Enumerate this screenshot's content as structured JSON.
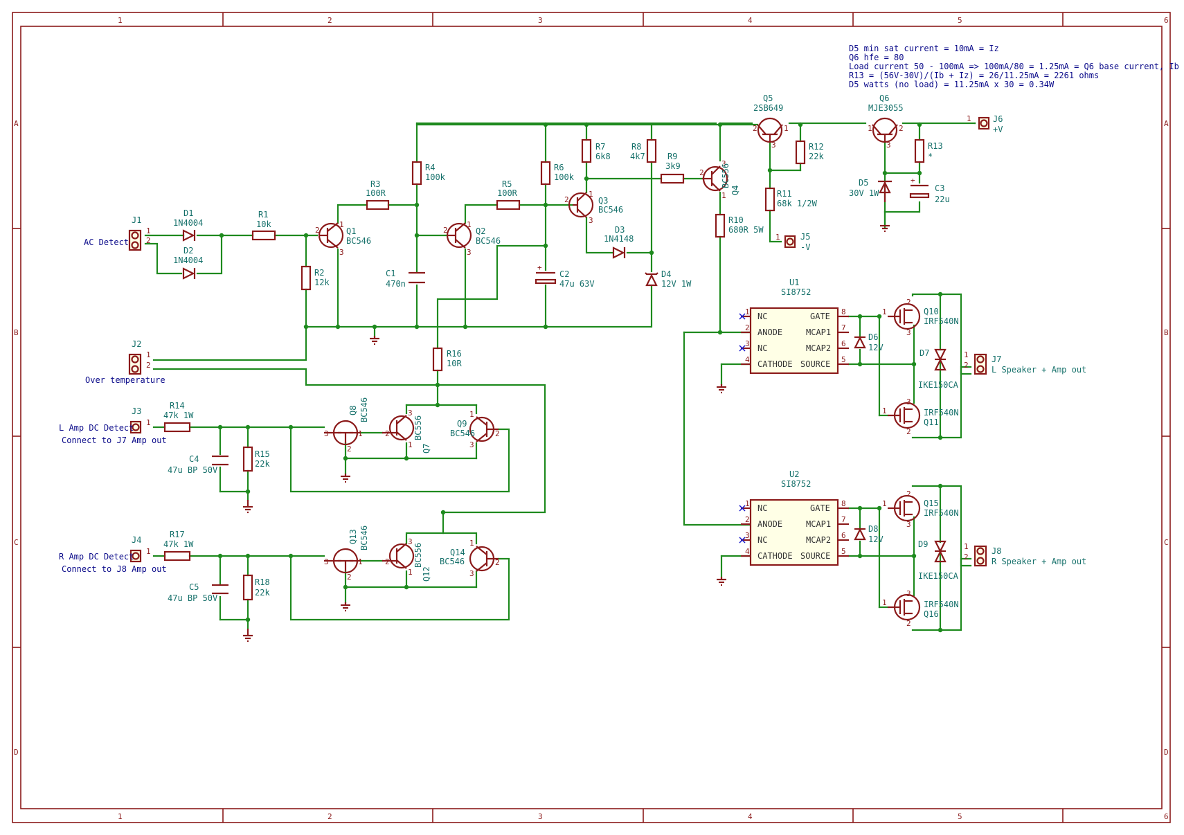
{
  "frame": {
    "cols": [
      "1",
      "2",
      "3",
      "4",
      "5",
      "6"
    ],
    "rows": [
      "A",
      "B",
      "C",
      "D"
    ]
  },
  "notes": [
    "D5 min sat current = 10mA = Iz",
    "Q6 hfe = 80",
    "Load current 50 - 100mA => 100mA/80 = 1.25mA = Q6 base current, Ib",
    "R13 = (56V-30V)/(Ib + Iz) = 26/11.25mA = 2261 ohms",
    "D5 watts (no load) = 11.25mA x 30 = 0.34W"
  ],
  "labels": {
    "ac_detect": "AC Detect",
    "over_temp": "Over temperature",
    "l_amp": "L Amp DC Detect",
    "l_amp_note": "Connect to J7 Amp out",
    "r_amp": "R Amp DC Detect",
    "r_amp_note": "Connect to J8 Amp out",
    "j5": "-V",
    "j6": "+V",
    "j7": "L Speaker + Amp out",
    "j8": "R Speaker + Amp out"
  },
  "components": {
    "J1": "J1",
    "J2": "J2",
    "J3": "J3",
    "J4": "J4",
    "J5": "J5",
    "J6": "J6",
    "J7": "J7",
    "J8": "J8",
    "D1": {
      "ref": "D1",
      "val": "1N4004"
    },
    "D2": {
      "ref": "D2",
      "val": "1N4004"
    },
    "R1": {
      "ref": "R1",
      "val": "10k"
    },
    "R2": {
      "ref": "R2",
      "val": "12k"
    },
    "R3": {
      "ref": "R3",
      "val": "100R"
    },
    "R4": {
      "ref": "R4",
      "val": "100k"
    },
    "R5": {
      "ref": "R5",
      "val": "100R"
    },
    "R6": {
      "ref": "R6",
      "val": "100k"
    },
    "R7": {
      "ref": "R7",
      "val": "6k8"
    },
    "R8": {
      "ref": "R8",
      "val": "4k7"
    },
    "R9": {
      "ref": "R9",
      "val": "3k9"
    },
    "R10": {
      "ref": "R10",
      "val": "680R 5W"
    },
    "R11": {
      "ref": "R11",
      "val": "68k 1/2W"
    },
    "R12": {
      "ref": "R12",
      "val": "22k"
    },
    "R13": {
      "ref": "R13",
      "val": "*"
    },
    "R14": {
      "ref": "R14",
      "val": "47k 1W"
    },
    "R15": {
      "ref": "R15",
      "val": "22k"
    },
    "R16": {
      "ref": "R16",
      "val": "10R"
    },
    "R17": {
      "ref": "R17",
      "val": "47k 1W"
    },
    "R18": {
      "ref": "R18",
      "val": "22k"
    },
    "C1": {
      "ref": "C1",
      "val": "470n"
    },
    "C2": {
      "ref": "C2",
      "val": "47u 63V"
    },
    "C3": {
      "ref": "C3",
      "val": "22u"
    },
    "C4": {
      "ref": "C4",
      "val": "47u BP 50V"
    },
    "C5": {
      "ref": "C5",
      "val": "47u BP 50V"
    },
    "D3": {
      "ref": "D3",
      "val": "1N4148"
    },
    "D4": {
      "ref": "D4",
      "val": "12V 1W"
    },
    "D5": {
      "ref": "D5",
      "val": "30V 1W"
    },
    "D6": {
      "ref": "D6",
      "val": "12V"
    },
    "D7": {
      "ref": "D7",
      "val": "IKE150CA"
    },
    "D8": {
      "ref": "D8",
      "val": "12V"
    },
    "D9": {
      "ref": "D9",
      "val": "IKE150CA"
    },
    "Q1": {
      "ref": "Q1",
      "val": "BC546"
    },
    "Q2": {
      "ref": "Q2",
      "val": "BC546"
    },
    "Q3": {
      "ref": "Q3",
      "val": "BC546"
    },
    "Q4": {
      "ref": "Q4",
      "val": "BC556"
    },
    "Q5": {
      "ref": "Q5",
      "val": "2SB649"
    },
    "Q6": {
      "ref": "Q6",
      "val": "MJE3055"
    },
    "Q7": {
      "ref": "Q7",
      "val": "BC556"
    },
    "Q8": {
      "ref": "Q8",
      "val": "BC546"
    },
    "Q9": {
      "ref": "Q9",
      "val": "BC546"
    },
    "Q10": {
      "ref": "Q10",
      "val": "IRF540N"
    },
    "Q11": {
      "ref": "Q11",
      "val": "IRF540N"
    },
    "Q12": {
      "ref": "Q12",
      "val": "BC556"
    },
    "Q13": {
      "ref": "Q13",
      "val": "BC546"
    },
    "Q14": {
      "ref": "Q14",
      "val": "BC546"
    },
    "Q15": {
      "ref": "Q15",
      "val": "IRF540N"
    },
    "Q16": {
      "ref": "Q16",
      "val": "IRF540N"
    },
    "U1": {
      "ref": "U1",
      "val": "SI8752"
    },
    "U2": {
      "ref": "U2",
      "val": "SI8752"
    }
  },
  "si8752_pins": {
    "left": [
      "NC",
      "ANODE",
      "NC",
      "CATHODE"
    ],
    "right": [
      "GATE",
      "MCAP1",
      "MCAP2",
      "SOURCE"
    ],
    "left_nums": [
      "1",
      "2",
      "3",
      "4"
    ],
    "right_nums": [
      "8",
      "7",
      "6",
      "5"
    ]
  }
}
